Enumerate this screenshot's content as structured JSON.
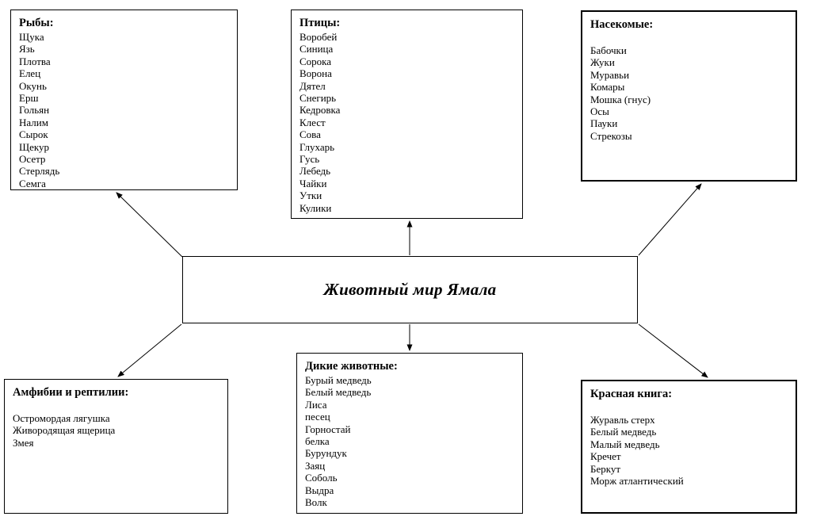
{
  "center": {
    "title": "Животный мир Ямала"
  },
  "boxes": {
    "fish": {
      "title": "Рыбы:",
      "items": [
        "Щука",
        "Язь",
        "Плотва",
        "Елец",
        "Окунь",
        "Ерш",
        "Гольян",
        "Налим",
        "Сырок",
        "Щекур",
        "Осетр",
        "Стерлядь",
        "Семга"
      ]
    },
    "birds": {
      "title": "Птицы:",
      "items": [
        "Воробей",
        "Синица",
        "Сорока",
        "Ворона",
        "Дятел",
        "Снегирь",
        "Кедровка",
        "Клест",
        "Сова",
        "Глухарь",
        "Гусь",
        "Лебедь",
        "Чайки",
        "Утки",
        "Кулики"
      ]
    },
    "insects": {
      "title": "Насекомые:",
      "items": [
        "Бабочки",
        "Жуки",
        "Муравьи",
        "Комары",
        "Мошка (гнус)",
        "Осы",
        "Пауки",
        "Стрекозы"
      ]
    },
    "amphibians": {
      "title": "Амфибии и рептилии:",
      "items": [
        "Остромордая лягушка",
        "Живородящая ящерица",
        "Змея"
      ]
    },
    "wild": {
      "title": "Дикие животные:",
      "items": [
        "Бурый медведь",
        "Белый медведь",
        "Лиса",
        "песец",
        "Горностай",
        "белка",
        "Бурундук",
        "Заяц",
        "Соболь",
        "Выдра",
        "Волк"
      ]
    },
    "redbook": {
      "title": "Красная книга:",
      "items": [
        "Журавль стерх",
        "Белый медведь",
        "Малый медведь",
        "Кречет",
        "Беркут",
        "Морж атлантический"
      ]
    }
  },
  "colors": {
    "line": "#000000",
    "background": "#ffffff"
  }
}
